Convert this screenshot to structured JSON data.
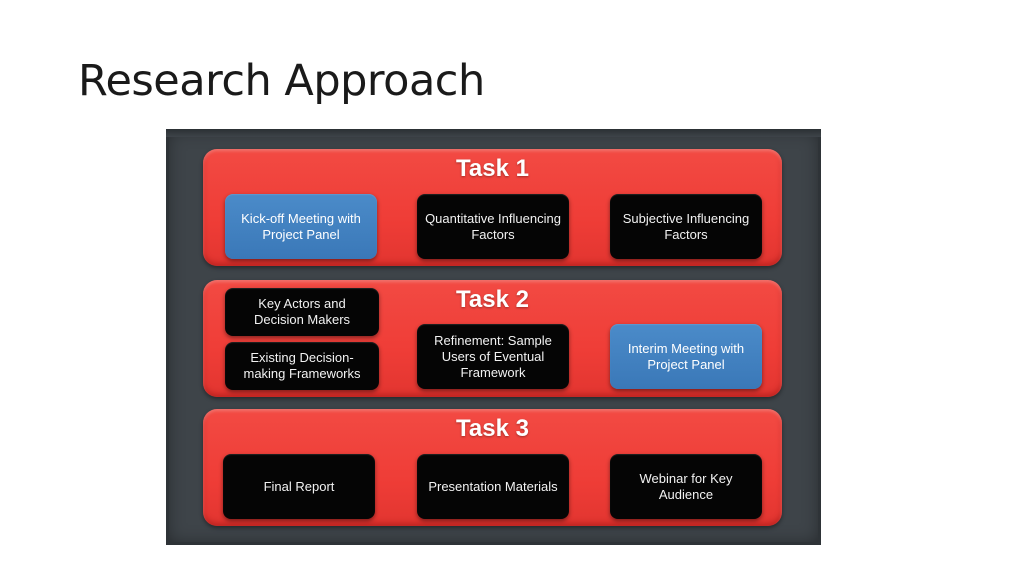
{
  "slide": {
    "title": "Research Approach"
  },
  "tasks": [
    {
      "title": "Task 1",
      "boxes": [
        {
          "label": "Kick-off Meeting with Project Panel",
          "color": "#3f80c0"
        },
        {
          "label": "Quantitative Influencing Factors",
          "color": "#050505"
        },
        {
          "label": "Subjective Influencing Factors",
          "color": "#050505"
        }
      ]
    },
    {
      "title": "Task 2",
      "boxes": [
        {
          "label": "Key Actors and Decision Makers",
          "color": "#050505"
        },
        {
          "label": "Existing Decision-making Frameworks",
          "color": "#050505"
        },
        {
          "label": "Refinement: Sample Users of Eventual Framework",
          "color": "#050505"
        },
        {
          "label": "Interim Meeting with Project Panel",
          "color": "#3f80c0"
        }
      ]
    },
    {
      "title": "Task 3",
      "boxes": [
        {
          "label": "Final Report",
          "color": "#050505"
        },
        {
          "label": "Presentation Materials",
          "color": "#050505"
        },
        {
          "label": "Webinar for Key Audience",
          "color": "#050505"
        }
      ]
    }
  ],
  "colors": {
    "band_red": "#f0403a",
    "frame_gray": "#3e4449",
    "box_black": "#050505",
    "box_blue": "#3f80c0"
  }
}
